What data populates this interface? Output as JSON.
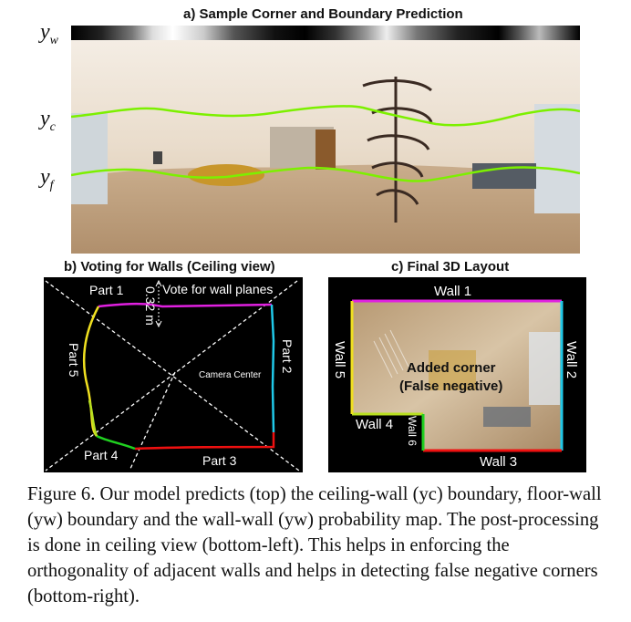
{
  "panel_a": {
    "title": "a) Sample Corner and Boundary Prediction",
    "labels": {
      "yw": "y",
      "yw_sub": "w",
      "yc": "y",
      "yc_sub": "c",
      "yf": "y",
      "yf_sub": "f"
    }
  },
  "panel_b": {
    "title": "b) Voting for Walls (Ceiling view)",
    "part1": "Part 1",
    "part2": "Part 2",
    "part3": "Part 3",
    "part4": "Part 4",
    "part5": "Part 5",
    "vote": "Vote for wall planes",
    "dist": "0.32 m",
    "camera": "Camera Center"
  },
  "panel_c": {
    "title": "c) Final 3D Layout",
    "wall1": "Wall 1",
    "wall2": "Wall 2",
    "wall3": "Wall 3",
    "wall4": "Wall 4",
    "wall5": "Wall 5",
    "wall6": "Wall 6",
    "added_corner": "Added corner",
    "false_negative": "(False negative)"
  },
  "caption": {
    "text": "Figure 6. Our model predicts (top) the ceiling-wall (yc) boundary, floor-wall (yw) boundary and the wall-wall (yw) probability map. The post-processing is done in ceiling view (bottom-left). This helps in enforcing the orthogonality of adjacent walls and helps in detecting false negative corners (bottom-right)."
  },
  "colors": {
    "boundary": "#7cf000",
    "wall1": "#e020e0",
    "wall2": "#20c8e8",
    "wall3": "#ee1010",
    "wall4": "#b8e020",
    "wall5": "#f0e020",
    "wall6": "#20d020"
  }
}
